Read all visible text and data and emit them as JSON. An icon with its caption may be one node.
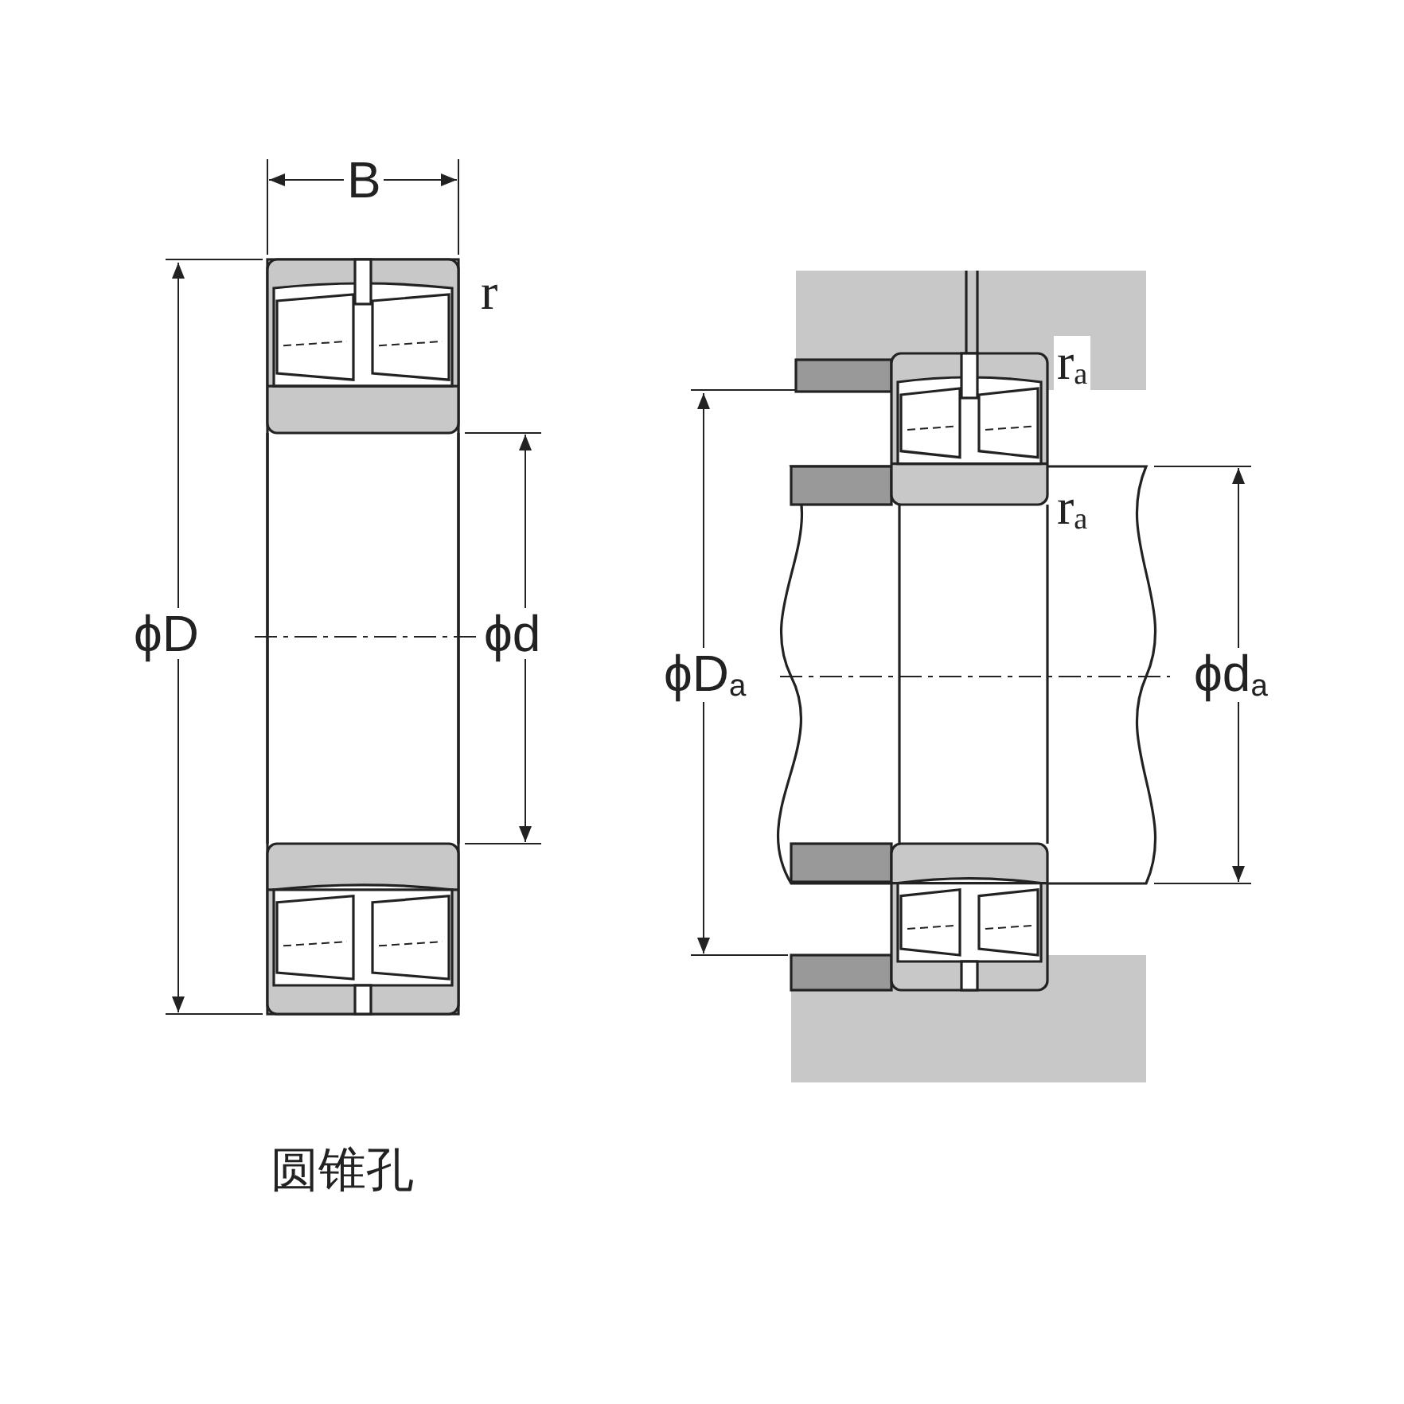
{
  "diagram": {
    "caption": "圆锥孔",
    "labels": [
      "B",
      "r",
      "r$_{a}$",
      "r$_{a}$",
      "ϕD",
      "ϕd",
      "ϕD$_{a}$",
      "ϕd$_{a}$"
    ]
  }
}
